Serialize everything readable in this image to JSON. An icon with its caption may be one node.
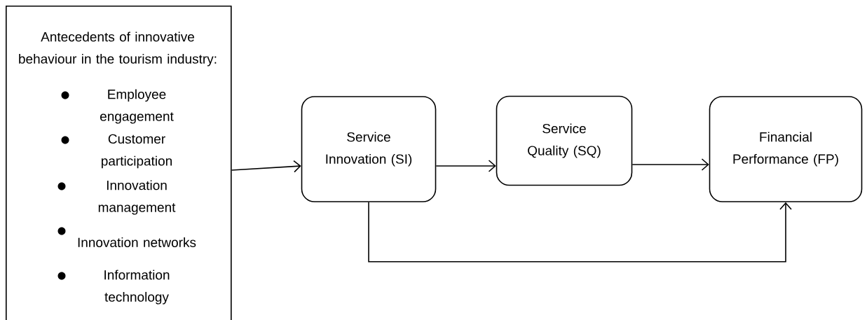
{
  "diagram": {
    "nodes": [
      {
        "text": [
          "Antecedents of innovative behaviour in the tourism industry:",
          "Employee engagement",
          "Customer participation",
          "Innovation management",
          "Innovation networks",
          "Information technology"
        ]
      },
      {
        "text": [
          "Service Innovation (SI)"
        ]
      },
      {
        "text": [
          "Service Quality (SQ)"
        ]
      },
      {
        "text": [
          "Financial Performance (FP)"
        ]
      }
    ],
    "edges": [
      {
        "from": 0,
        "to": 1,
        "arrow": "to"
      },
      {
        "from": 1,
        "to": 2,
        "arrow": "to"
      },
      {
        "from": 2,
        "to": 3,
        "arrow": "to"
      },
      {
        "from": 1,
        "to": 3,
        "arrow": "to"
      }
    ]
  }
}
